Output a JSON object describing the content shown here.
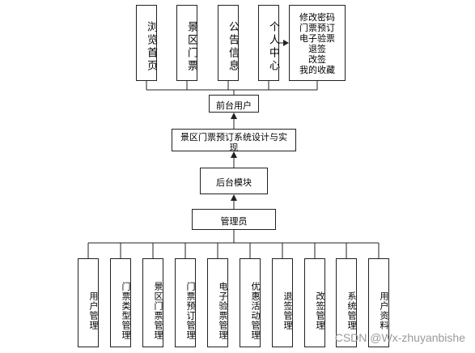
{
  "front_modules": [
    "浏览首页",
    "景区门票",
    "公告信息",
    "个人中心"
  ],
  "personal_center_items": [
    "修改密码",
    "门票预订",
    "电子验票",
    "退签",
    "改签",
    "我的收藏"
  ],
  "front_user": "前台用户",
  "system_title_line1": "景区门票预订系统设计与实",
  "system_title_line2": "现",
  "backend_module": "后台模块",
  "admin": "管理员",
  "admin_modules": [
    "用户管理",
    "门票类型管理",
    "景区门票管理",
    "门票预订管理",
    "电子验票管理",
    "优惠活动管理",
    "退签管理",
    "改签管理",
    "系统管理",
    "用户资料"
  ],
  "watermark": "CSDN @Wx-zhuyanbishe",
  "colors": {
    "line": "#222222",
    "watermark": "#9a9a9a"
  }
}
